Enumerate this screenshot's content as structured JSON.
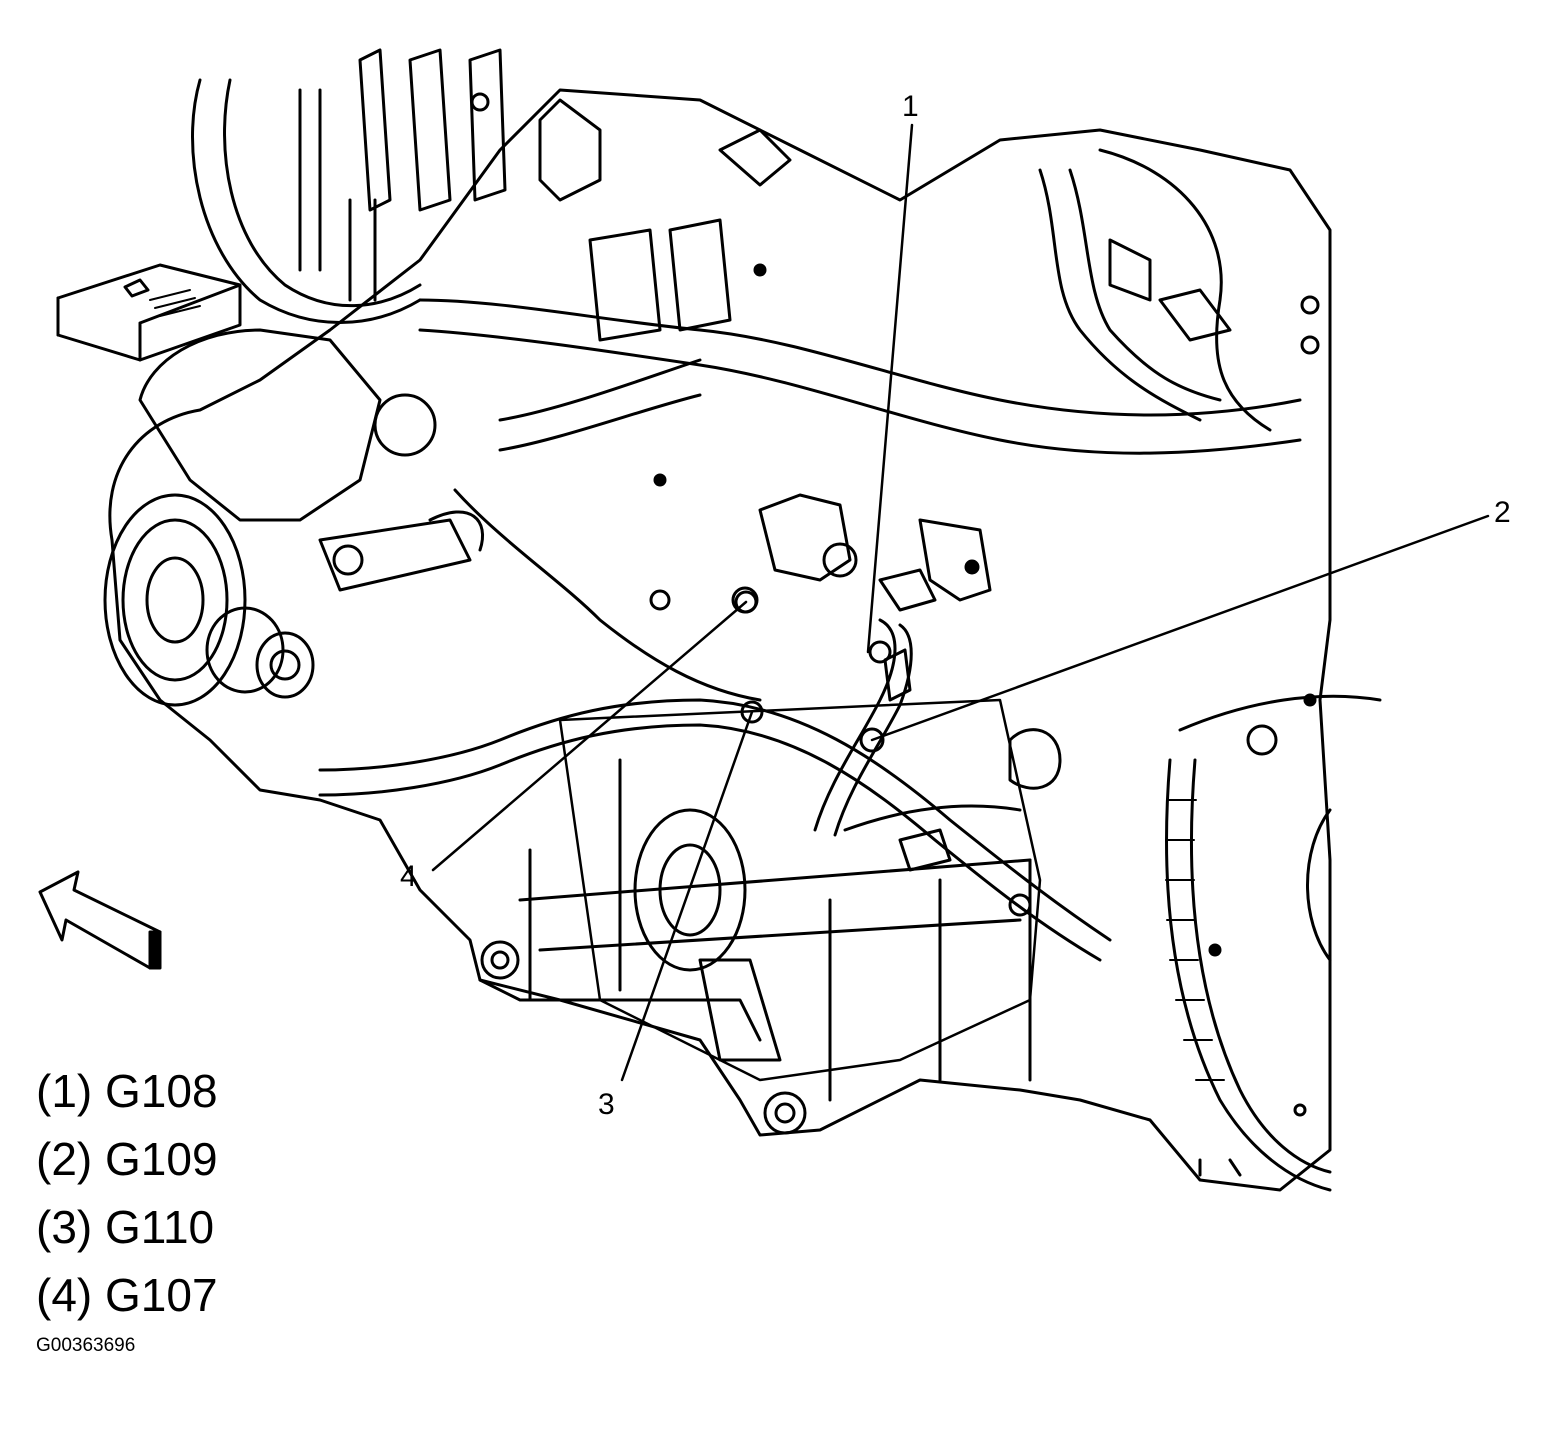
{
  "callouts": [
    {
      "number": "1",
      "ground": "G108"
    },
    {
      "number": "2",
      "ground": "G109"
    },
    {
      "number": "3",
      "ground": "G110"
    },
    {
      "number": "4",
      "ground": "G107"
    }
  ],
  "legend": [
    {
      "label": "(1) G108"
    },
    {
      "label": "(2) G109"
    },
    {
      "label": "(3) G110"
    },
    {
      "label": "(4) G107"
    }
  ],
  "figure_id": "G00363696",
  "icons": [
    "direction-arrow-icon"
  ],
  "colors": {
    "ink": "#000000",
    "paper": "#ffffff"
  }
}
